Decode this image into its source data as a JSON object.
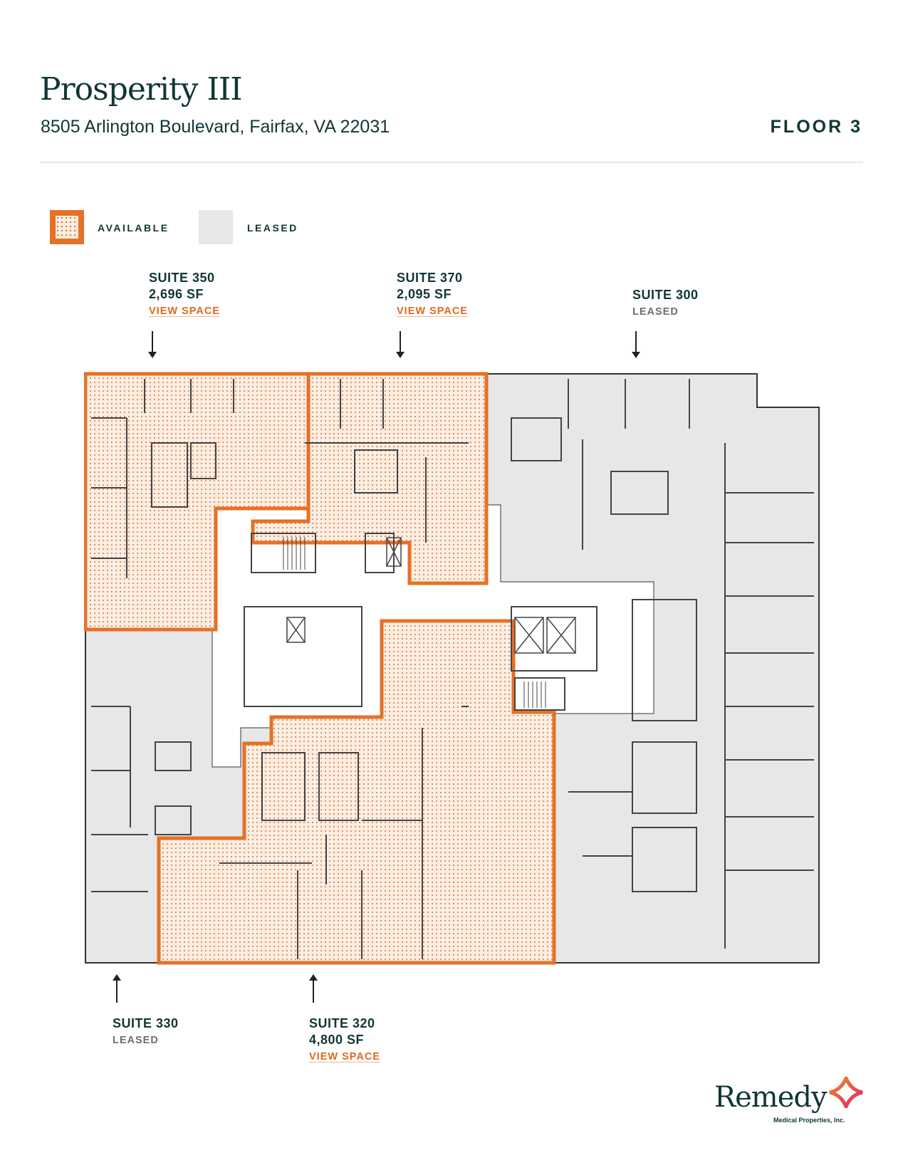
{
  "header": {
    "title": "Prosperity III",
    "address": "8505 Arlington Boulevard, Fairfax, VA 22031",
    "floor": "FLOOR 3"
  },
  "legend": {
    "available": "AVAILABLE",
    "leased": "LEASED"
  },
  "colors": {
    "available_stroke": "#e57126",
    "available_fill": "#fbeee4",
    "leased_fill": "#e6e7e8",
    "core_fill": "#ffffff",
    "text": "#113636",
    "link": "#e0691f",
    "muted": "#6d6e70"
  },
  "suites": {
    "s350": {
      "name": "SUITE 350",
      "area": "2,696 SF",
      "status": "available",
      "link": "VIEW SPACE"
    },
    "s370": {
      "name": "SUITE 370",
      "area": "2,095 SF",
      "status": "available",
      "link": "VIEW SPACE"
    },
    "s300": {
      "name": "SUITE 300",
      "status": "leased",
      "tag": "LEASED"
    },
    "s330": {
      "name": "SUITE 330",
      "status": "leased",
      "tag": "LEASED"
    },
    "s320": {
      "name": "SUITE 320",
      "area": "4,800 SF",
      "status": "available",
      "link": "VIEW SPACE"
    }
  },
  "logo": {
    "word": "Remedy",
    "sub": "Medical Properties, Inc."
  }
}
